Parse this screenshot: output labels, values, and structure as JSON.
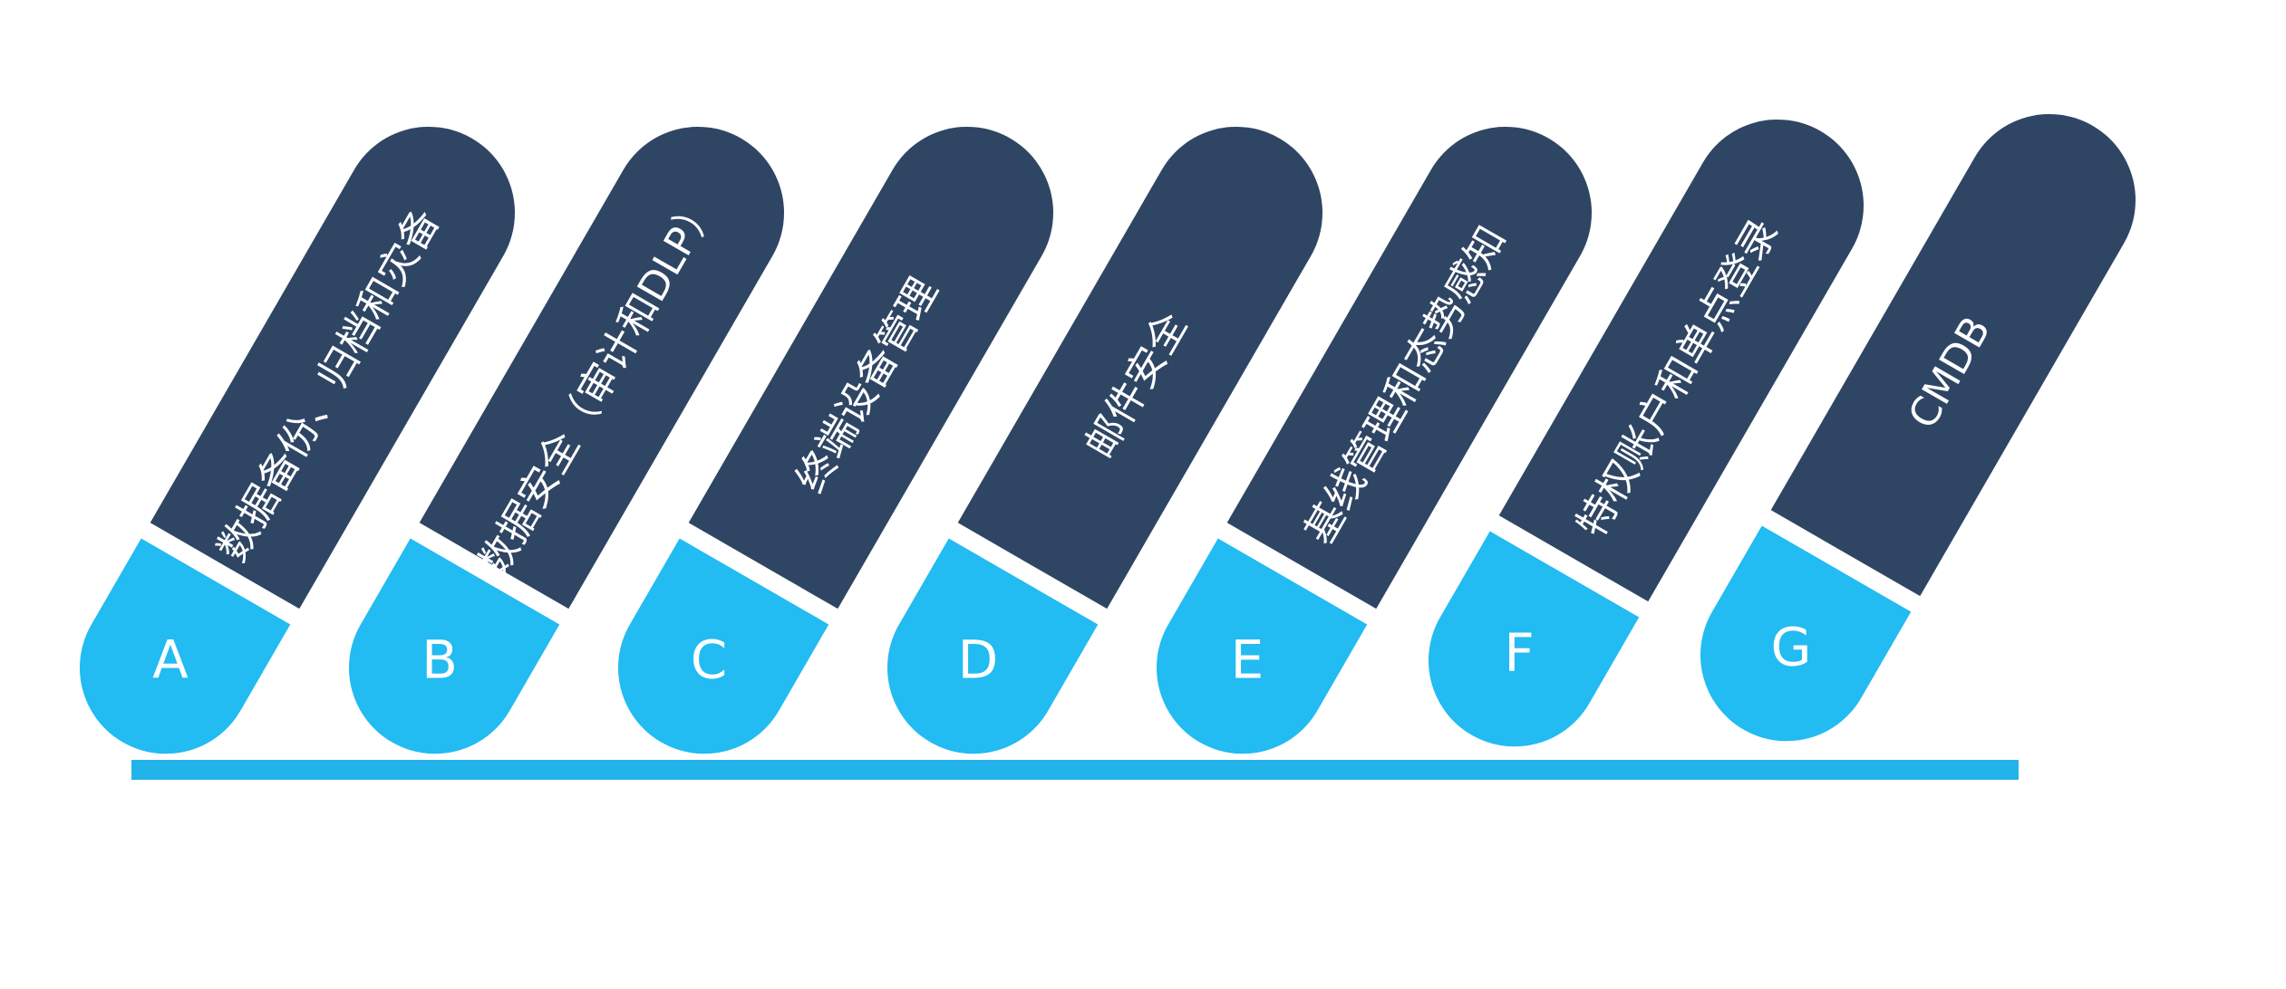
{
  "colors": {
    "tab_body": "#2f4564",
    "tab_cap": "#22bbf2",
    "baseline": "#22b3ea",
    "text": "#ffffff"
  },
  "items": [
    {
      "letter": "A",
      "label": "数据备份、归档和灾备"
    },
    {
      "letter": "B",
      "label": "数据安全（审计和DLP）"
    },
    {
      "letter": "C",
      "label": "终端设备管理"
    },
    {
      "letter": "D",
      "label": "邮件安全"
    },
    {
      "letter": "E",
      "label": "基线管理和态势感知"
    },
    {
      "letter": "F",
      "label": "特权账户和单点登录"
    },
    {
      "letter": "G",
      "label": "CMDB"
    }
  ]
}
